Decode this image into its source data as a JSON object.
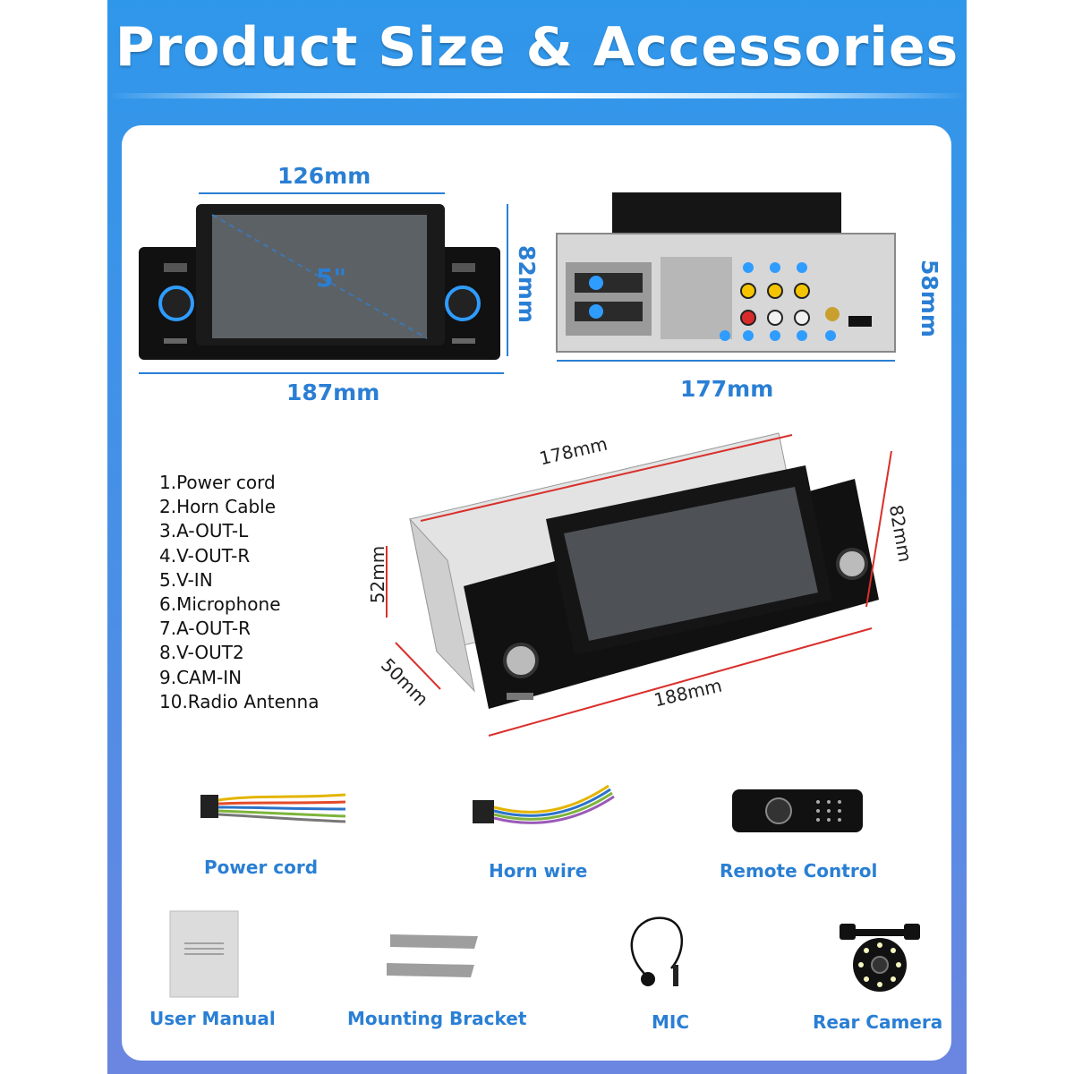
{
  "header": {
    "title": "Product Size & Accessories"
  },
  "front_view": {
    "width_top": "126mm",
    "width_bottom": "187mm",
    "height": "82mm",
    "screen_size": "5\""
  },
  "back_view": {
    "depth": "177mm",
    "height": "58mm"
  },
  "perspective_view": {
    "top": "178mm",
    "bottom": "188mm",
    "side": "50mm",
    "height_left": "52mm",
    "height_right": "82mm"
  },
  "legend": {
    "items": [
      "1.Power cord",
      "2.Horn Cable",
      "3.A-OUT-L",
      "4.V-OUT-R",
      "5.V-IN",
      "6.Microphone",
      "7.A-OUT-R",
      "8.V-OUT2",
      "9.CAM-IN",
      "10.Radio Antenna"
    ]
  },
  "accessories": {
    "power_cord": "Power cord",
    "horn_wire": "Horn wire",
    "remote_control": "Remote Control",
    "user_manual": "User Manual",
    "mounting_bracket": "Mounting Bracket",
    "mic": "MIC",
    "rear_camera": "Rear Camera"
  },
  "colors": {
    "accent": "#2a7fd4",
    "frame": "#2f97ea",
    "dimension_arrow": "#d9302c"
  }
}
